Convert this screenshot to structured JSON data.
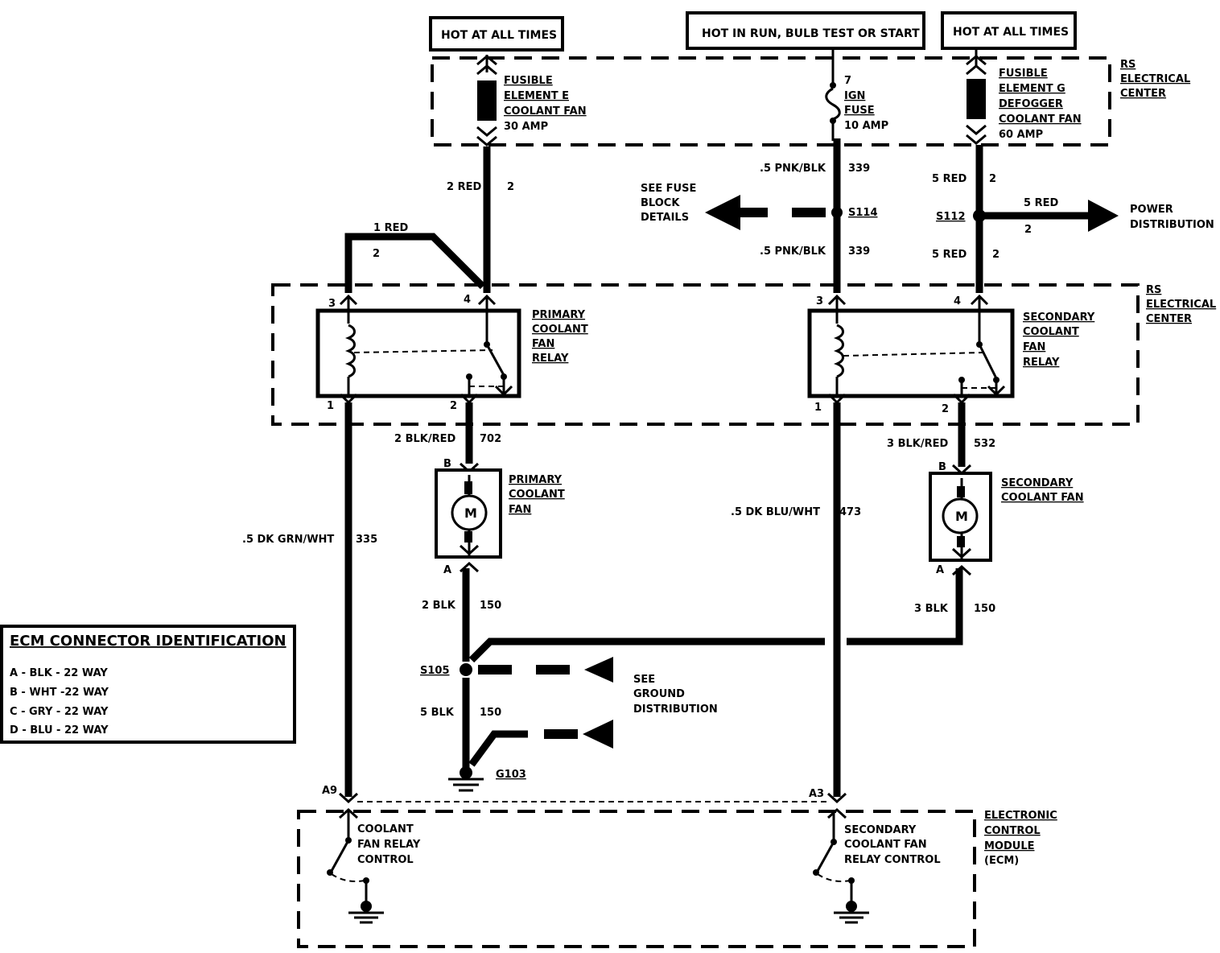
{
  "headers": {
    "hot_left": "HOT AT ALL TIMES",
    "hot_center": "HOT IN RUN, BULB TEST OR START",
    "hot_right": "HOT AT ALL TIMES"
  },
  "electrical_center": {
    "top_l1": "RS",
    "top_l2": "ELECTRICAL",
    "top_l3": "CENTER",
    "mid_l1": "RS",
    "mid_l2": "ELECTRICAL",
    "mid_l3": "CENTER"
  },
  "fuses": {
    "e_l1": "FUSIBLE",
    "e_l2": "ELEMENT E",
    "e_l3": "COOLANT FAN",
    "e_l4": "30 AMP",
    "ign_num": "7",
    "ign_l1": "IGN",
    "ign_l2": "FUSE",
    "ign_l3": "10 AMP",
    "g_l1": "FUSIBLE",
    "g_l2": "ELEMENT G",
    "g_l3": "DEFOGGER",
    "g_l4": "COOLANT FAN",
    "g_l5": "60 AMP"
  },
  "wires": {
    "w_2red": "2 RED",
    "w_2red_ckt": "2",
    "w_1red": "1 RED",
    "w_1red_ckt": "2",
    "w_pnk1": ".5 PNK/BLK",
    "w_pnk1_ckt": "339",
    "w_pnk2": ".5 PNK/BLK",
    "w_pnk2_ckt": "339",
    "w_5red1": "5 RED",
    "w_5red1_ckt": "2",
    "w_5red2": "5 RED",
    "w_5red2_ckt": "2",
    "w_5red3": "5 RED",
    "w_5red3_ckt": "2",
    "w_blkred2": "2 BLK/RED",
    "w_blkred2_ckt": "702",
    "w_blkred3": "3 BLK/RED",
    "w_blkred3_ckt": "532",
    "w_grn": ".5 DK GRN/WHT",
    "w_grn_ckt": "335",
    "w_blu": ".5 DK BLU/WHT",
    "w_blu_ckt": "473",
    "w_2blk": "2 BLK",
    "w_2blk_ckt": "150",
    "w_3blk": "3 BLK",
    "w_3blk_ckt": "150",
    "w_5blk": "5 BLK",
    "w_5blk_ckt": "150"
  },
  "splices": {
    "s114": "S114",
    "s112": "S112",
    "s105": "S105",
    "g103": "G103"
  },
  "refs": {
    "fuse_l1": "SEE FUSE",
    "fuse_l2": "BLOCK",
    "fuse_l3": "DETAILS",
    "power_l1": "POWER",
    "power_l2": "DISTRIBUTION",
    "ground_l1": "SEE",
    "ground_l2": "GROUND",
    "ground_l3": "DISTRIBUTION"
  },
  "relays": {
    "primary_l1": "PRIMARY",
    "primary_l2": "COOLANT",
    "primary_l3": "FAN",
    "primary_l4": "RELAY",
    "secondary_l1": "SECONDARY",
    "secondary_l2": "COOLANT",
    "secondary_l3": "FAN",
    "secondary_l4": "RELAY",
    "p3": "3",
    "p4": "4",
    "p1": "1",
    "p2": "2",
    "s3": "3",
    "s4": "4",
    "s1": "1",
    "s2": "2"
  },
  "fans": {
    "primary_l1": "PRIMARY",
    "primary_l2": "COOLANT",
    "primary_l3": "FAN",
    "secondary_l1": "SECONDARY",
    "secondary_l2": "COOLANT FAN",
    "motor": "M",
    "pB": "B",
    "pA": "A",
    "sB": "B",
    "sA": "A"
  },
  "ecm_id": {
    "title": "ECM CONNECTOR IDENTIFICATION",
    "rows": [
      "A - BLK - 22 WAY",
      "B - WHT -22 WAY",
      "C - GRY - 22 WAY",
      "D - BLU - 22 WAY"
    ]
  },
  "ecm": {
    "pin_a9": "A9",
    "pin_a3": "A3",
    "ctl1_l1": "COOLANT",
    "ctl1_l2": "FAN RELAY",
    "ctl1_l3": "CONTROL",
    "ctl2_l1": "SECONDARY",
    "ctl2_l2": "COOLANT FAN",
    "ctl2_l3": "RELAY CONTROL",
    "mod_l1": "ELECTRONIC",
    "mod_l2": "CONTROL",
    "mod_l3": "MODULE",
    "mod_l4": "(ECM)"
  }
}
